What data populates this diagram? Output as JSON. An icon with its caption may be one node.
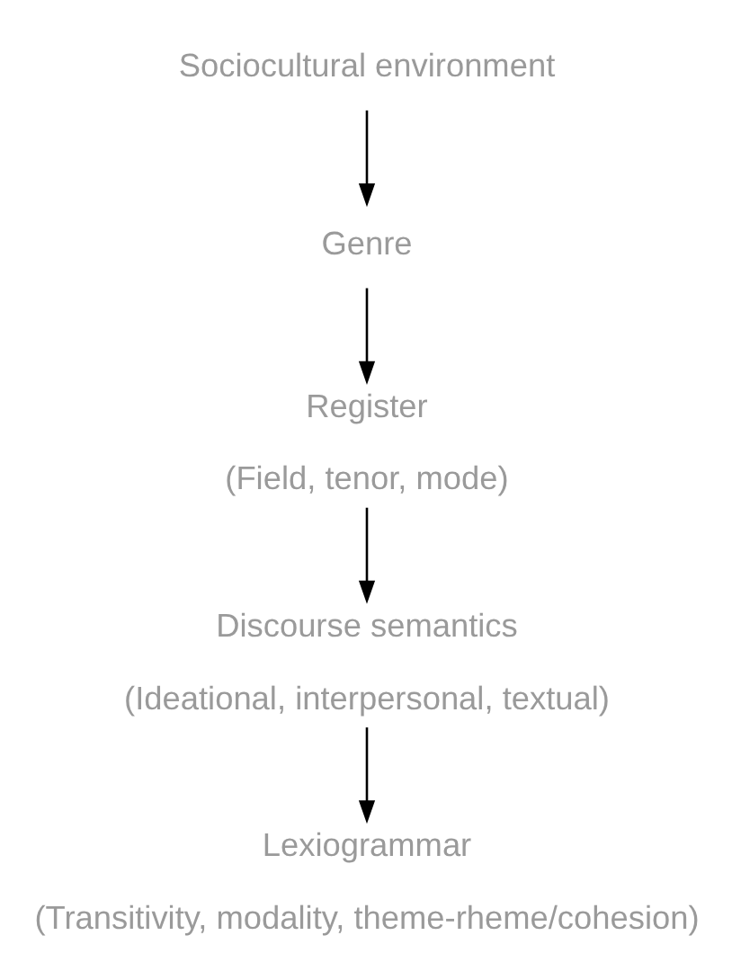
{
  "diagram": {
    "nodes": [
      {
        "text": [
          "Sociocultural environment"
        ]
      },
      {
        "text": [
          "Genre"
        ]
      },
      {
        "text": [
          "Register",
          "(Field, tenor, mode)"
        ]
      },
      {
        "text": [
          "Discourse semantics",
          "(Ideational, interpersonal, textual)"
        ]
      },
      {
        "text": [
          "Lexiogrammar",
          "(Transitivity, modality, theme-rheme/cohesion)"
        ]
      }
    ],
    "edges": [
      {
        "from": 0,
        "to": 1,
        "arrow": "to"
      },
      {
        "from": 1,
        "to": 2,
        "arrow": "to"
      },
      {
        "from": 2,
        "to": 3,
        "arrow": "to"
      },
      {
        "from": 3,
        "to": 4,
        "arrow": "to"
      }
    ]
  }
}
